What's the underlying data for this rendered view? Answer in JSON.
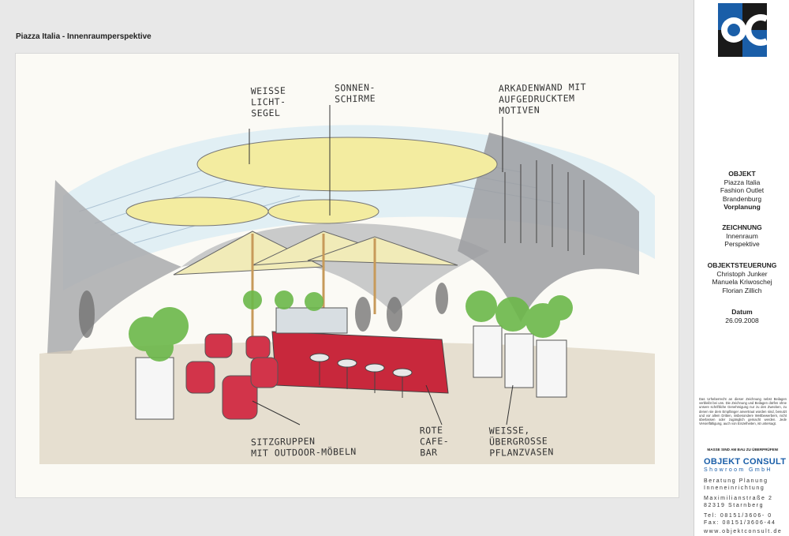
{
  "sheet_title": "Piazza Italia  -  Innenraumperspektive",
  "annotations": {
    "light_sails": [
      "WEISSE",
      "LICHT-",
      "SEGEL"
    ],
    "umbrellas": [
      "SONNEN-",
      "SCHIRME"
    ],
    "arcade_wall": [
      "ARKADENWAND MIT",
      "AUFGEDRUCKTEM",
      "MOTIVEN"
    ],
    "seating": [
      "SITZGRUPPEN",
      "MIT OUTDOOR-MÖBELN"
    ],
    "cafe_bar": [
      "ROTE",
      "CAFE-",
      "BAR"
    ],
    "vases": [
      "WEISSE,",
      "ÜBERGROSSE",
      "PFLANZVASEN"
    ]
  },
  "titleblock": {
    "objekt_heading": "OBJEKT",
    "objekt_lines": [
      "Piazza Italia",
      "Fashion Outlet",
      "Brandenburg"
    ],
    "objekt_phase": "Vorplanung",
    "zeichnung_heading": "ZEICHNUNG",
    "zeichnung_lines": [
      "Innenraum",
      "Perspektive"
    ],
    "steuerung_heading": "OBJEKTSTEUERUNG",
    "steuerung_lines": [
      "Christoph Junker",
      "Manuela Kriwoschej",
      "Florian Zillich"
    ],
    "datum_heading": "Datum",
    "datum_value": "26.09.2008",
    "legal_text": "Das Urheberrecht an dieser Zeichnung nebst Beilagen verbleibt bei uns. Die Zeichnung und Beilagen dürfen ohne unsere schriftliche Genehmigung nur zu den Zwecken, zu denen sie dem Empfänger anvertraut worden sind, benutzt und vor allem Dritten, insbesondere Wettbewerbern, nicht überlassen oder zugänglich gemacht werden. Jede Vervielfältigung, auch von Einzelheiten, ist untersagt.",
    "legal_strong": "MASSE SIND AM BAU ZU ÜBERPRÜFEN!",
    "company": "OBJEKT CONSULT",
    "company_sub": "Showroom GmbH",
    "services_1": "Beratung Planung",
    "services_2": "Inneneinrichtung",
    "street": "Maximilianstraße 2",
    "city": "82319 Starnberg",
    "tel": "Tel: 08151/3606- 0",
    "fax": "Fax: 08151/3606-44",
    "web": "www.objektconsult.de"
  },
  "colors": {
    "brand_blue": "#1a5ea8",
    "bar_red": "#c8283c",
    "sail_yellow": "#f3eca0",
    "plant_green": "#6cb84a"
  }
}
